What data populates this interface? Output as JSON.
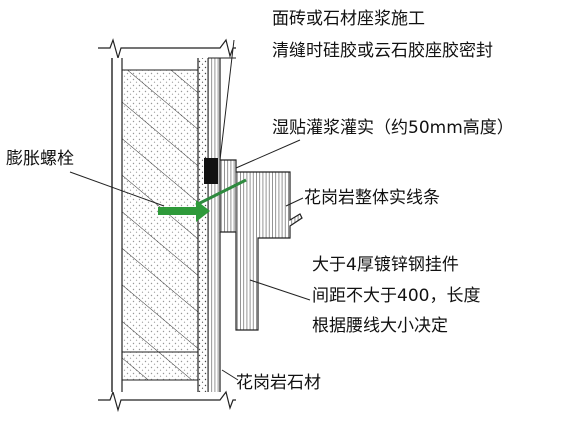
{
  "diagram": {
    "labels": {
      "tile_bedding": "面砖或石材座浆施工",
      "joint_sealing": "清缝时硅胶或云石胶座胶密封",
      "grout_fill": "湿贴灌浆灌实（约50mm高度）",
      "expansion_bolt": "膨胀螺栓",
      "granite_molding": "花岗岩整体实线条",
      "hanger_line1": "大于4厚镀锌钢挂件",
      "hanger_line2": "间距不大于400，长度",
      "hanger_line3": "根据腰线大小决定",
      "granite_stone": "花岗岩石材"
    },
    "colors": {
      "line": "#222222",
      "wall_fill": "#ffffff",
      "hatch": "#333333",
      "stone_face_hatch": "#555555",
      "bolt": "#2e9a3a",
      "hanger": "#2e8a3e",
      "sealant": "#111111"
    }
  }
}
